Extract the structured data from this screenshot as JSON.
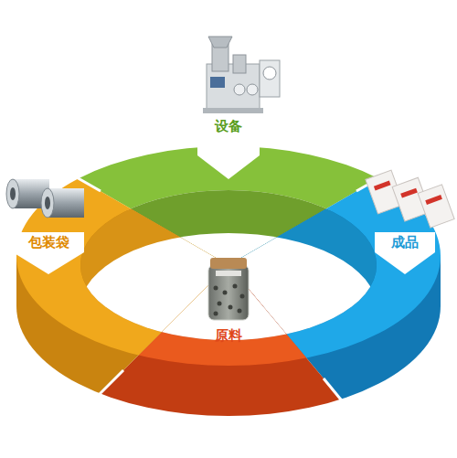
{
  "diagram": {
    "nodes": [
      {
        "text": [
          "设备"
        ]
      },
      {
        "text": [
          "包装袋"
        ]
      },
      {
        "text": [
          "成品"
        ]
      },
      {
        "text": [
          "原料"
        ]
      }
    ]
  }
}
